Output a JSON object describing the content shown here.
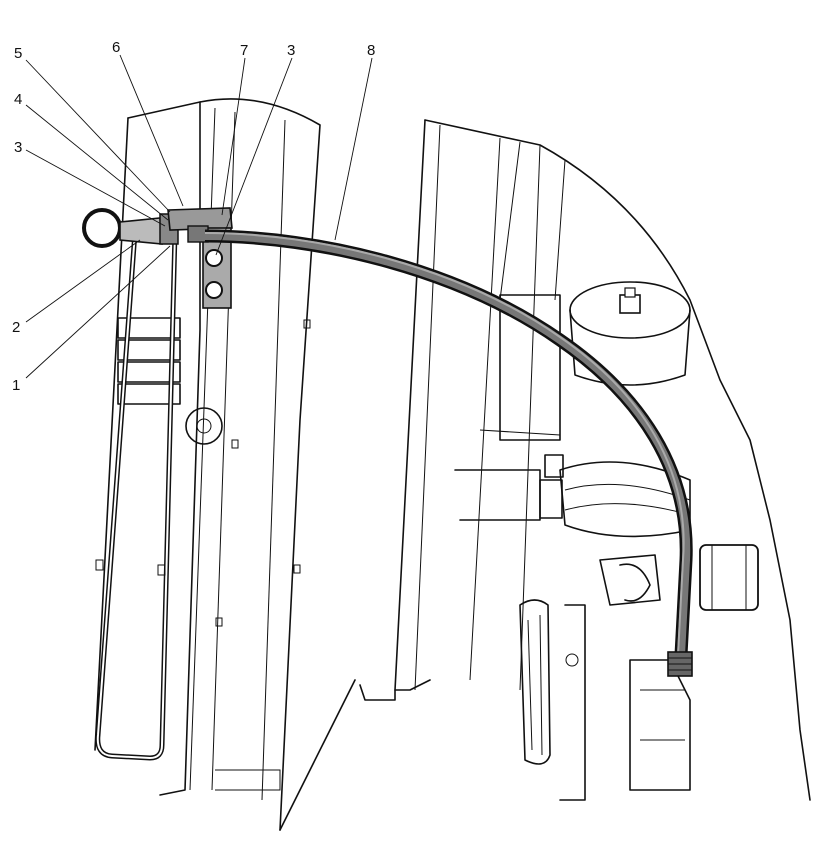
{
  "diagram": {
    "background": "#ffffff",
    "line_color": "#111111",
    "hose_color": "#555555",
    "callouts": [
      {
        "id": "c5",
        "label": "5"
      },
      {
        "id": "c4",
        "label": "4"
      },
      {
        "id": "c3a",
        "label": "3"
      },
      {
        "id": "c6",
        "label": "6"
      },
      {
        "id": "c7",
        "label": "7"
      },
      {
        "id": "c3b",
        "label": "3"
      },
      {
        "id": "c8",
        "label": "8"
      },
      {
        "id": "c2",
        "label": "2"
      },
      {
        "id": "c1",
        "label": "1"
      }
    ]
  }
}
